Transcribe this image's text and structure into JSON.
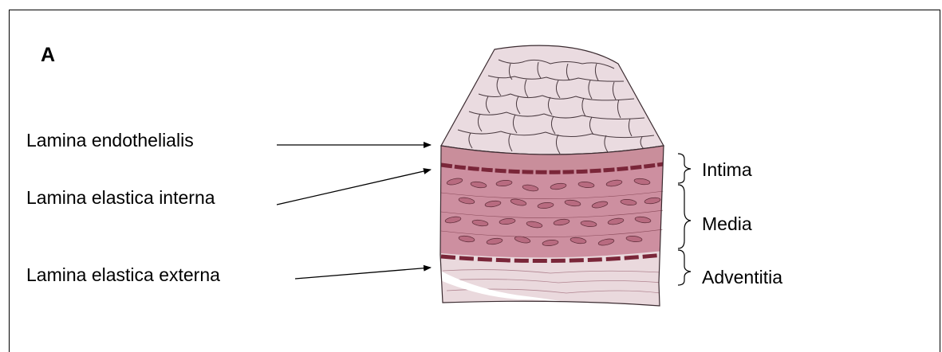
{
  "figure": {
    "panel_letter": "A",
    "left_labels": {
      "endothelialis": "Lamina endothelialis",
      "elastica_interna": "Lamina elastica interna",
      "elastica_externa": "Lamina elastica externa"
    },
    "right_labels": {
      "intima": "Intima",
      "media": "Media",
      "adventitia": "Adventitia"
    },
    "colors": {
      "endothelium": "#eadbe0",
      "intima": "#c98e9b",
      "media": "#cd8fa0",
      "elastic_lamina": "#7a2639",
      "adventitia": "#ead9dd",
      "outline": "#3a2a2f"
    }
  }
}
